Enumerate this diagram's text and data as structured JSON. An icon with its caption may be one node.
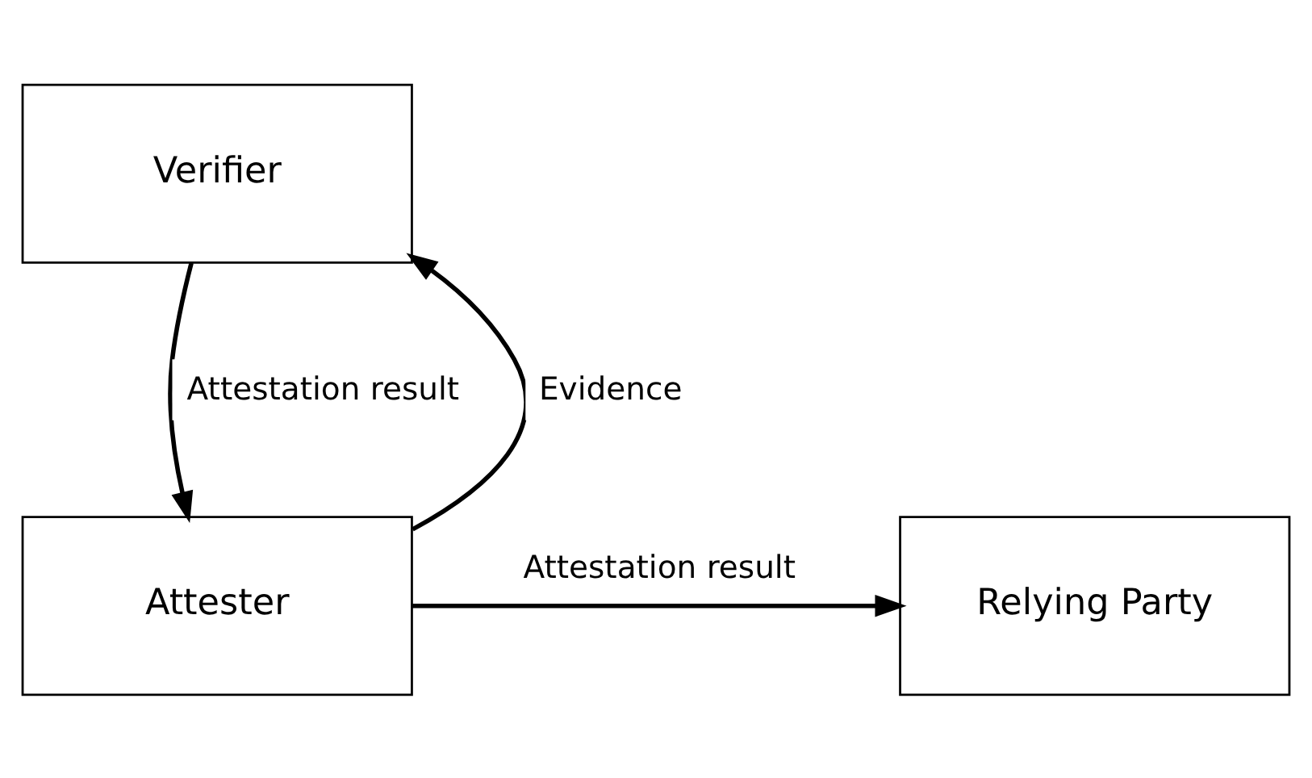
{
  "diagram": {
    "nodes": [
      {
        "text": [
          "Verifier"
        ]
      },
      {
        "text": [
          "Attester"
        ]
      },
      {
        "text": [
          "Relying Party"
        ]
      }
    ],
    "edges": [
      {
        "from": 1,
        "to": 0,
        "arrow": "to",
        "label": "Evidence"
      },
      {
        "from": 0,
        "to": 1,
        "arrow": "to",
        "label": "Attestation result"
      },
      {
        "from": 1,
        "to": 2,
        "arrow": "to",
        "label": "Attestation result"
      }
    ]
  }
}
